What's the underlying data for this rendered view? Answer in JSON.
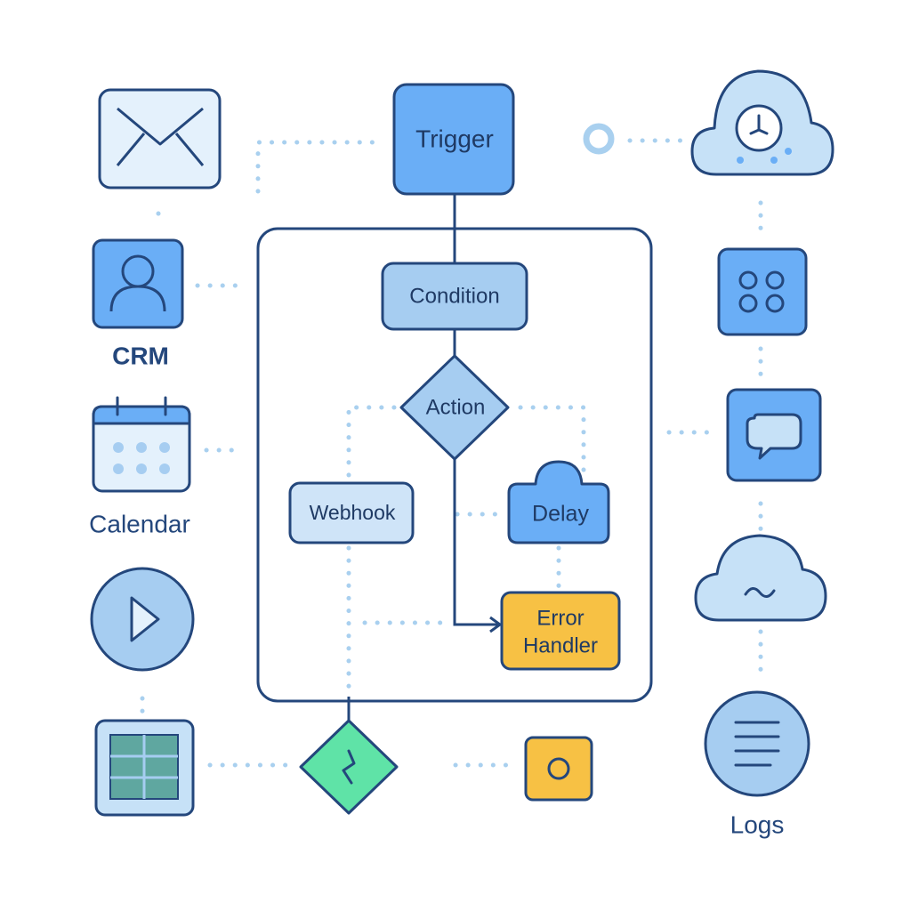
{
  "nodes": {
    "trigger": "Trigger",
    "condition": "Condition",
    "action": "Action",
    "webhook": "Webhook",
    "delay": "Delay",
    "error_handler": [
      "Error",
      "Handler"
    ]
  },
  "labels": {
    "crm": "CRM",
    "calendar": "Calendar",
    "logs": "Logs"
  },
  "icons": {
    "left": [
      "mail-icon",
      "user-icon",
      "calendar-icon",
      "play-icon",
      "spreadsheet-icon"
    ],
    "right": [
      "cloud-clock-icon",
      "grid-apps-icon",
      "chat-bubble-icon",
      "cloud-icon",
      "logs-list-icon"
    ],
    "bottom": [
      "bolt-diamond-icon",
      "circle-tile-icon"
    ],
    "top": [
      "ring-icon"
    ]
  },
  "colors": {
    "outline": "#24477c",
    "blue_strong": "#6aaef6",
    "blue_medium": "#a6cdf1",
    "blue_light": "#e4f1fc",
    "dots": "#a9d0ef",
    "yellow": "#f7c144",
    "green": "#5fe3a7",
    "teal_grid": "#5fa7a0"
  }
}
